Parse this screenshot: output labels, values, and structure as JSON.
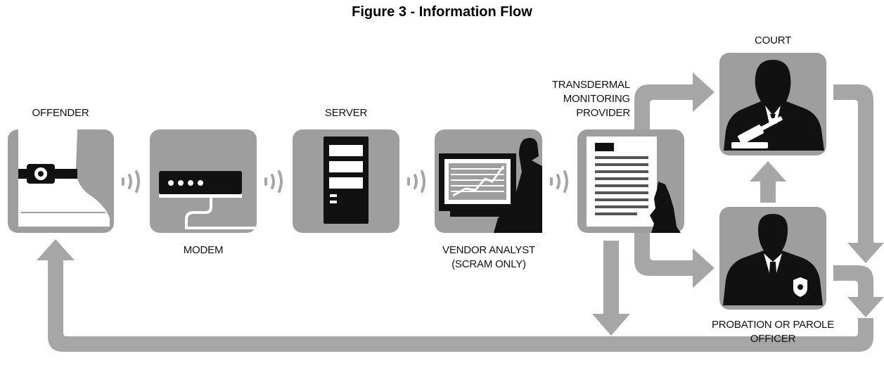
{
  "title": "Figure 3 - Information Flow",
  "nodes": {
    "offender": "OFFENDER",
    "modem": "MODEM",
    "server": "SERVER",
    "vendor_analyst_line1": "VENDOR ANALYST",
    "vendor_analyst_line2": "(SCRAM ONLY)",
    "provider_line1": "TRANSDERMAL",
    "provider_line2": "MONITORING",
    "provider_line3": "PROVIDER",
    "court": "COURT",
    "officer_line1": "PROBATION OR PAROLE",
    "officer_line2": "OFFICER"
  },
  "colors": {
    "panel": "#9e9e9e",
    "arrow": "#a6a6a6",
    "icon_dark": "#111111",
    "icon_light": "#ffffff"
  },
  "icons": [
    "ankle-bracelet-icon",
    "modem-icon",
    "server-icon",
    "analyst-computer-icon",
    "report-document-icon",
    "judge-icon",
    "officer-icon",
    "signal-waves-icon"
  ]
}
